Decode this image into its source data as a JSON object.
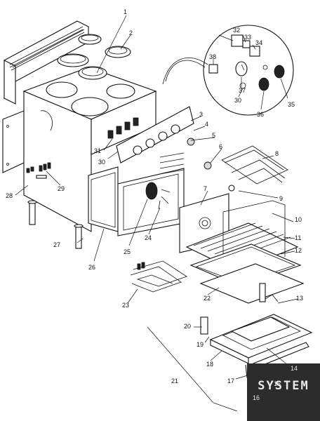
{
  "callouts": {
    "c1": "1",
    "c2": "2",
    "c3": "3",
    "c4": "4",
    "c5": "5",
    "c6": "6",
    "c7": "7",
    "c8": "8",
    "c9": "9",
    "c10": "10",
    "c11": "11",
    "c12": "12",
    "c13": "13",
    "c14": "14",
    "c15": "15",
    "c16": "16",
    "c17": "17",
    "c18": "18",
    "c19": "19",
    "c20": "20",
    "c21": "21",
    "c22": "22",
    "c23": "23",
    "c24": "24",
    "c25": "25",
    "c26": "26",
    "c27": "27",
    "c28": "28",
    "c29": "29",
    "c30": "30",
    "c30b": "30",
    "c31": "31",
    "c32": "32",
    "c33": "33",
    "c34": "34",
    "c35": "35",
    "c36": "36",
    "c37": "37",
    "c38": "38"
  },
  "watermark": {
    "text": "SYSTEM"
  }
}
